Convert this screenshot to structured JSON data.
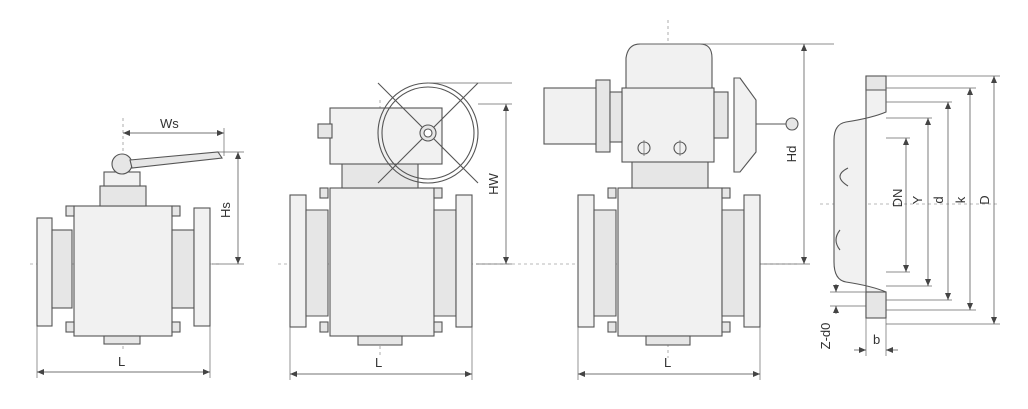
{
  "diagram": {
    "labels": {
      "ws": "Ws",
      "hs": "Hs",
      "l1": "L",
      "hw": "HW",
      "l2": "L",
      "hd": "Hd",
      "l3": "L",
      "dn": "DN",
      "y": "Y",
      "d_small": "d",
      "k": "k",
      "d_big": "D",
      "z_d0": "Z-d0",
      "b": "b"
    },
    "colors": {
      "line": "#555555",
      "body_fill": "#f1f1f1",
      "part_fill": "#e6e6e6"
    }
  }
}
